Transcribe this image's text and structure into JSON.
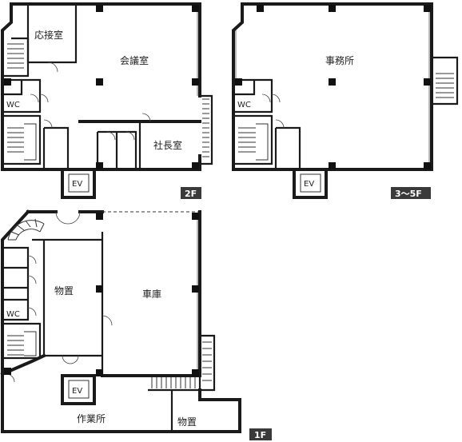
{
  "floor_2": {
    "tag": "2F",
    "rooms": {
      "reception": "応接室",
      "meeting": "会議室",
      "president": "社長室",
      "wc": "WC",
      "elevator": "EV"
    }
  },
  "floor_3_5": {
    "tag": "3〜5F",
    "rooms": {
      "office": "事務所",
      "wc": "WC",
      "elevator": "EV"
    }
  },
  "floor_1": {
    "tag": "1F",
    "rooms": {
      "storage_main": "物置",
      "garage": "車庫",
      "wc": "WC",
      "elevator": "EV",
      "workshop": "作業所",
      "storage_small": "物置"
    }
  },
  "colors": {
    "wall": "#1a1a1a",
    "tag_bg": "#3a3a3a",
    "background": "#ffffff"
  }
}
